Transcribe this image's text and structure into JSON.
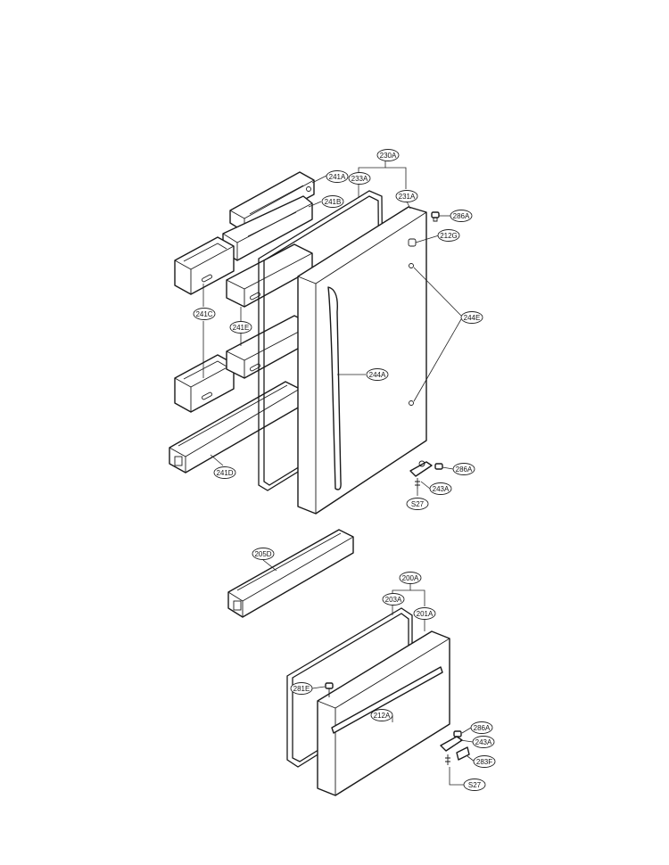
{
  "callouts": {
    "230A": "230A",
    "241A": "241A",
    "233A": "233A",
    "231A": "231A",
    "241B": "241B",
    "286A_top": "286A",
    "212G": "212G",
    "241C": "241C",
    "244E": "244E",
    "241E": "241E",
    "244A": "244A",
    "241D": "241D",
    "286A_mid": "286A",
    "243A_mid": "243A",
    "S27_mid": "S27",
    "205D": "205D",
    "200A": "200A",
    "203A": "203A",
    "201A": "201A",
    "281E": "281E",
    "212A": "212A",
    "286A_bot": "286A",
    "243A_bot": "243A",
    "283F": "283F",
    "S27_bot": "S27"
  },
  "colors": {
    "line": "#1a1a1a",
    "background": "#ffffff"
  }
}
